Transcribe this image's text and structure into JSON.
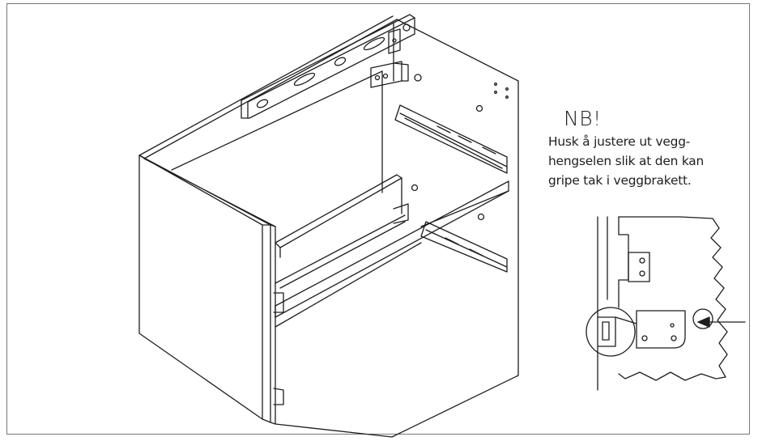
{
  "note": {
    "title": "NB!",
    "lines": [
      "Husk å justere ut vegg-",
      "hengselen slik at den kan",
      "gripe tak i veggbrakett."
    ]
  },
  "icons": {
    "arrow": "arrow-left-icon",
    "detail_callout": "magnifier-circle"
  },
  "colors": {
    "line": "#1e1e1e",
    "frame": "#777777",
    "background": "#ffffff"
  }
}
